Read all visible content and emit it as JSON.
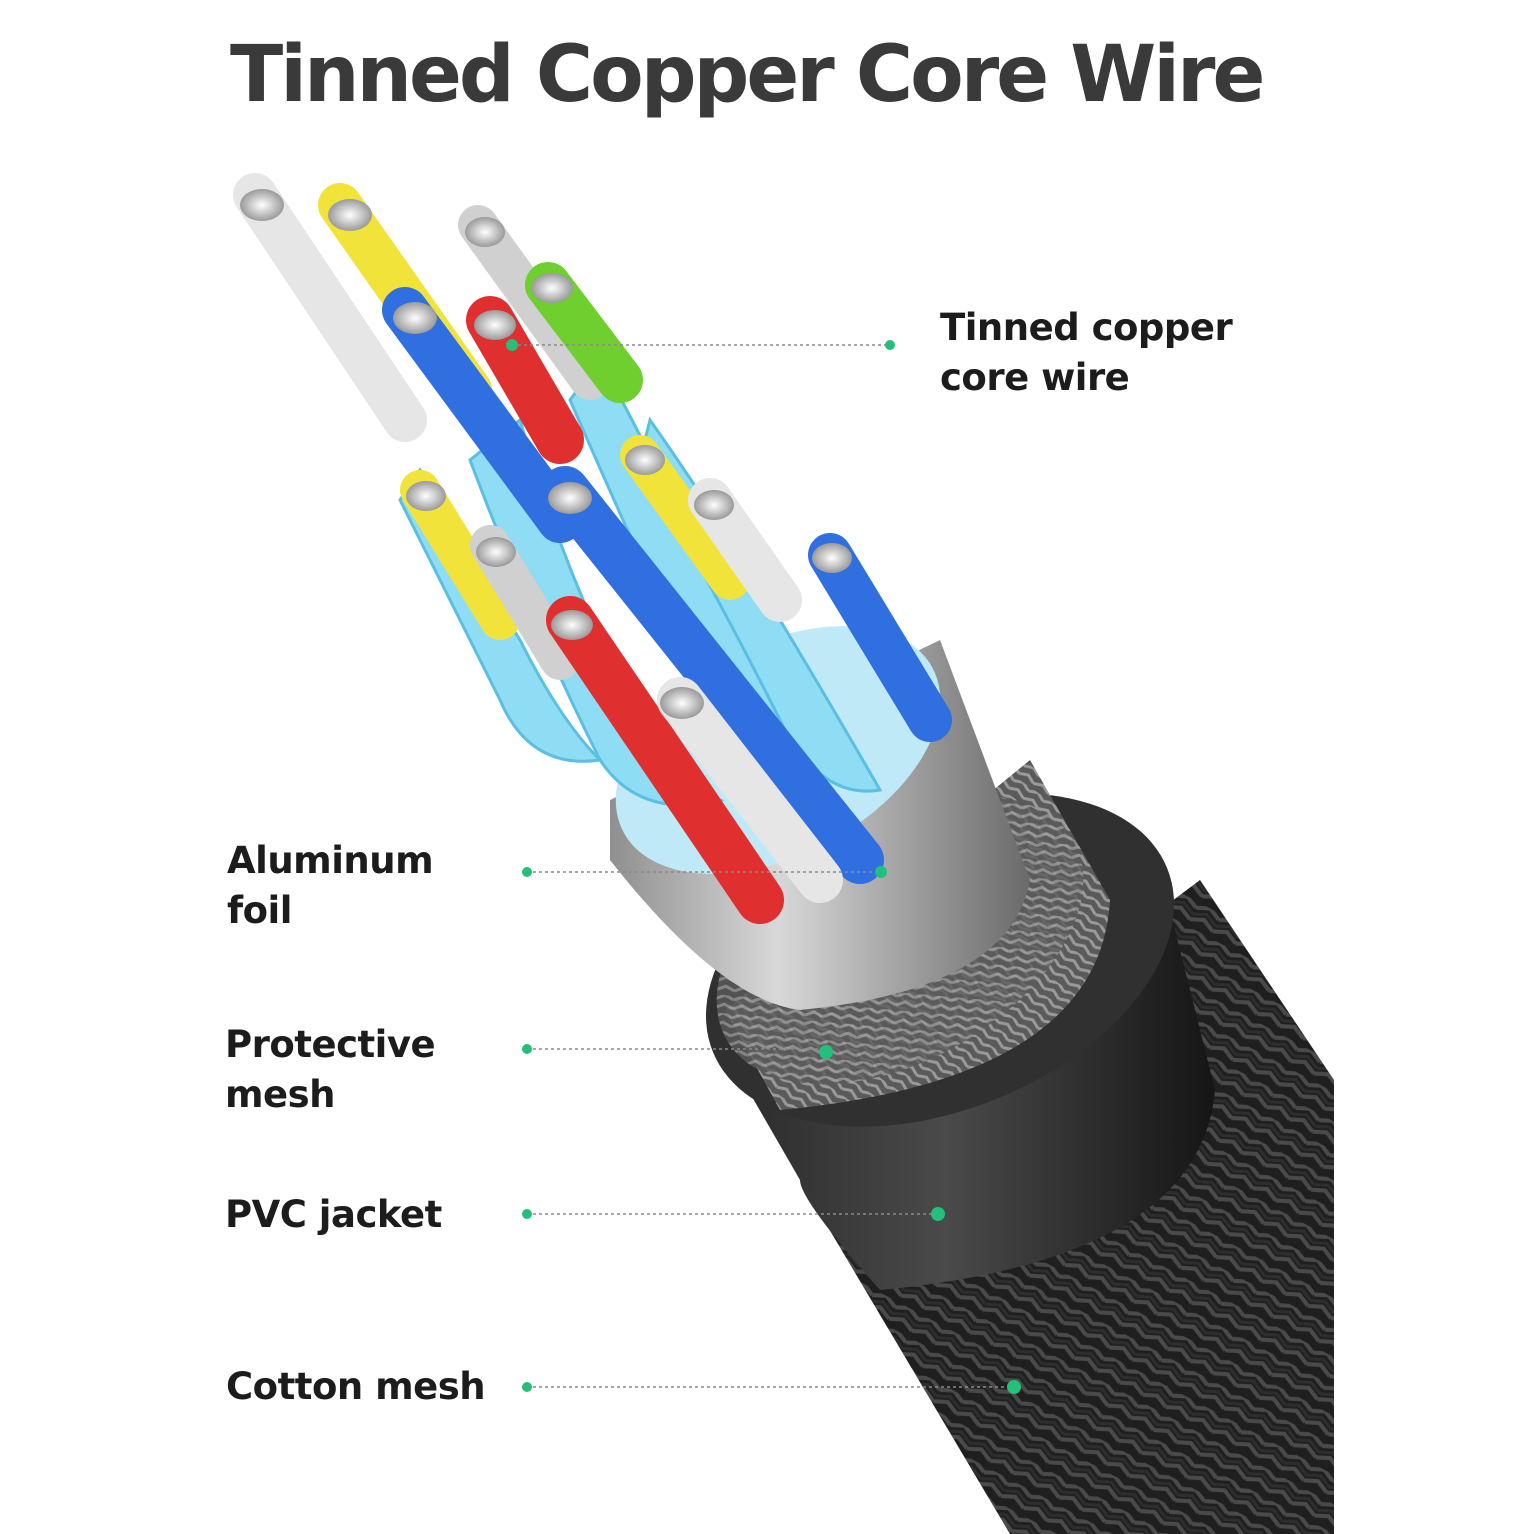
{
  "title": "Tinned Copper Core Wire",
  "colors": {
    "callout_dot": "#22c07a",
    "leader_line": "#8a8a8a",
    "title_text": "#3a3a3a",
    "label_text": "#1c1c1c"
  },
  "illustration": {
    "subject": "cable cross-section icon",
    "wire_colors": [
      "#e6e6e6",
      "#f2e33a",
      "#2f6fe0",
      "#e02f2f",
      "#6fcf2f",
      "#8fdcf5"
    ]
  },
  "labels": {
    "tinned_copper": {
      "line1": "Tinned copper",
      "line2": "core wire"
    },
    "aluminum_foil": {
      "line1": "Aluminum",
      "line2": "foil"
    },
    "protective_mesh": {
      "line1": "Protective",
      "line2": "mesh"
    },
    "pvc_jacket": {
      "line1": "PVC jacket"
    },
    "cotton_mesh": {
      "line1": "Cotton mesh"
    }
  }
}
